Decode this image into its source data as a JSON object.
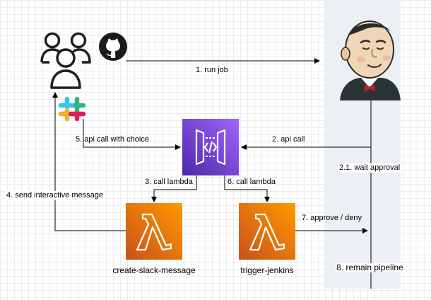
{
  "edges": {
    "run_job": "1. run job",
    "api_call": "2. api call",
    "wait_approval": "2.1. wait approval",
    "call_lambda_left": "3. call lambda",
    "send_interactive_message": "4. send interactive message",
    "api_call_with_choice": "5. api call with choice",
    "call_lambda_right": "6. call lambda",
    "approve_deny": "7. approve / deny",
    "remain_pipeline": "8. remain pipeline"
  },
  "nodes": {
    "users": {
      "icon": "users-icon"
    },
    "github": {
      "icon": "github-icon"
    },
    "slack": {
      "icon": "slack-icon"
    },
    "jenkins": {
      "icon": "jenkins-icon"
    },
    "api_gateway": {
      "icon": "api-gateway-icon",
      "color": "#7b3ff2"
    },
    "lambda_left": {
      "icon": "lambda-icon",
      "label": "create-slack-message",
      "color": "#e8771a"
    },
    "lambda_right": {
      "icon": "lambda-icon",
      "label": "trigger-jenkins",
      "color": "#e8771a"
    }
  },
  "colors": {
    "swimlane": "#eceff3",
    "line": "#000000"
  }
}
